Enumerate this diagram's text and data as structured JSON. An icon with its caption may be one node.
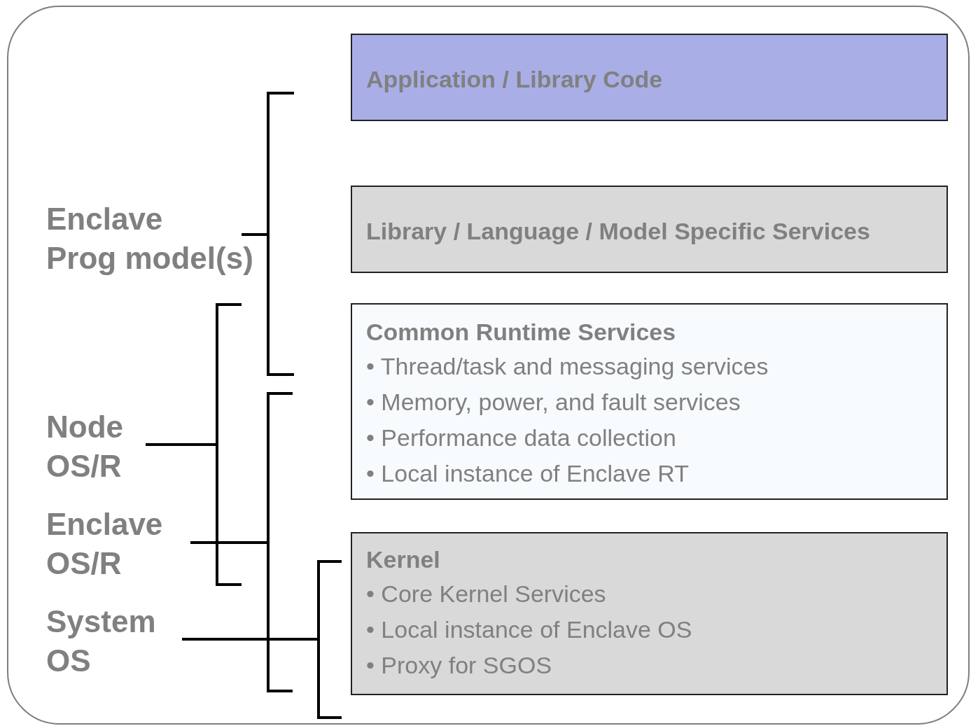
{
  "diagram": {
    "nodes": [
      {
        "text": [
          "Application / Library Code"
        ]
      },
      {
        "text": [
          "Library / Language / Model Specific Services"
        ]
      },
      {
        "text": [
          "Common Runtime Services",
          "• Thread/task and messaging services",
          "• Memory, power, and fault services",
          "• Performance data collection",
          "• Local instance of Enclave RT"
        ]
      },
      {
        "text": [
          "Kernel",
          "• Core Kernel Services",
          "• Local instance of Enclave OS",
          "• Proxy for SGOS"
        ]
      }
    ],
    "labels": [
      "Enclave Prog model(s)",
      "Node OS/R",
      "Enclave OS/R",
      "System OS"
    ]
  }
}
